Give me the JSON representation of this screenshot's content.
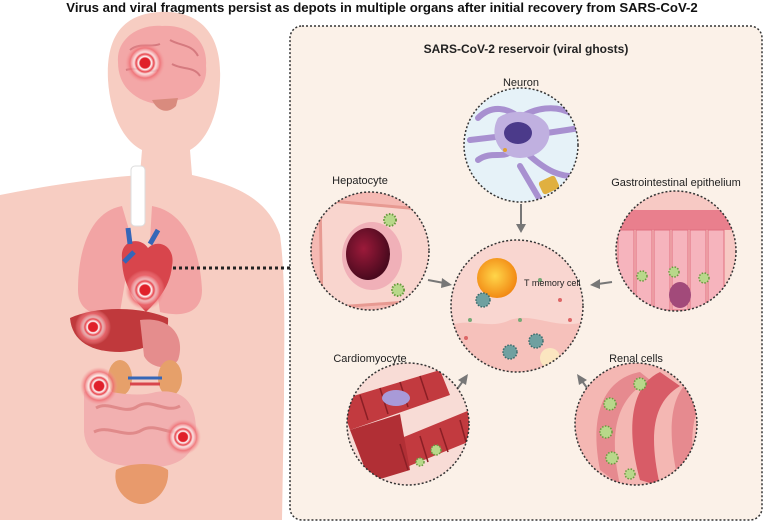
{
  "title": "Virus and viral fragments persist as depots in multiple organs after initial recovery from SARS-CoV-2",
  "panel": {
    "title": "SARS-CoV-2 reservoir (viral ghosts)",
    "center_label": "T memory cell",
    "cells": [
      {
        "key": "neuron",
        "label": "Neuron"
      },
      {
        "key": "hepatocyte",
        "label": "Hepatocyte"
      },
      {
        "key": "gi",
        "label": "Gastrointestinal epithelium"
      },
      {
        "key": "cardio",
        "label": "Cardiomyocyte"
      },
      {
        "key": "renal",
        "label": "Renal cells"
      }
    ]
  },
  "colors": {
    "body_skin": "#f7cdc2",
    "panel_bg": "#fbf1e8",
    "highlight": "#e0202a",
    "border": "#333333"
  }
}
